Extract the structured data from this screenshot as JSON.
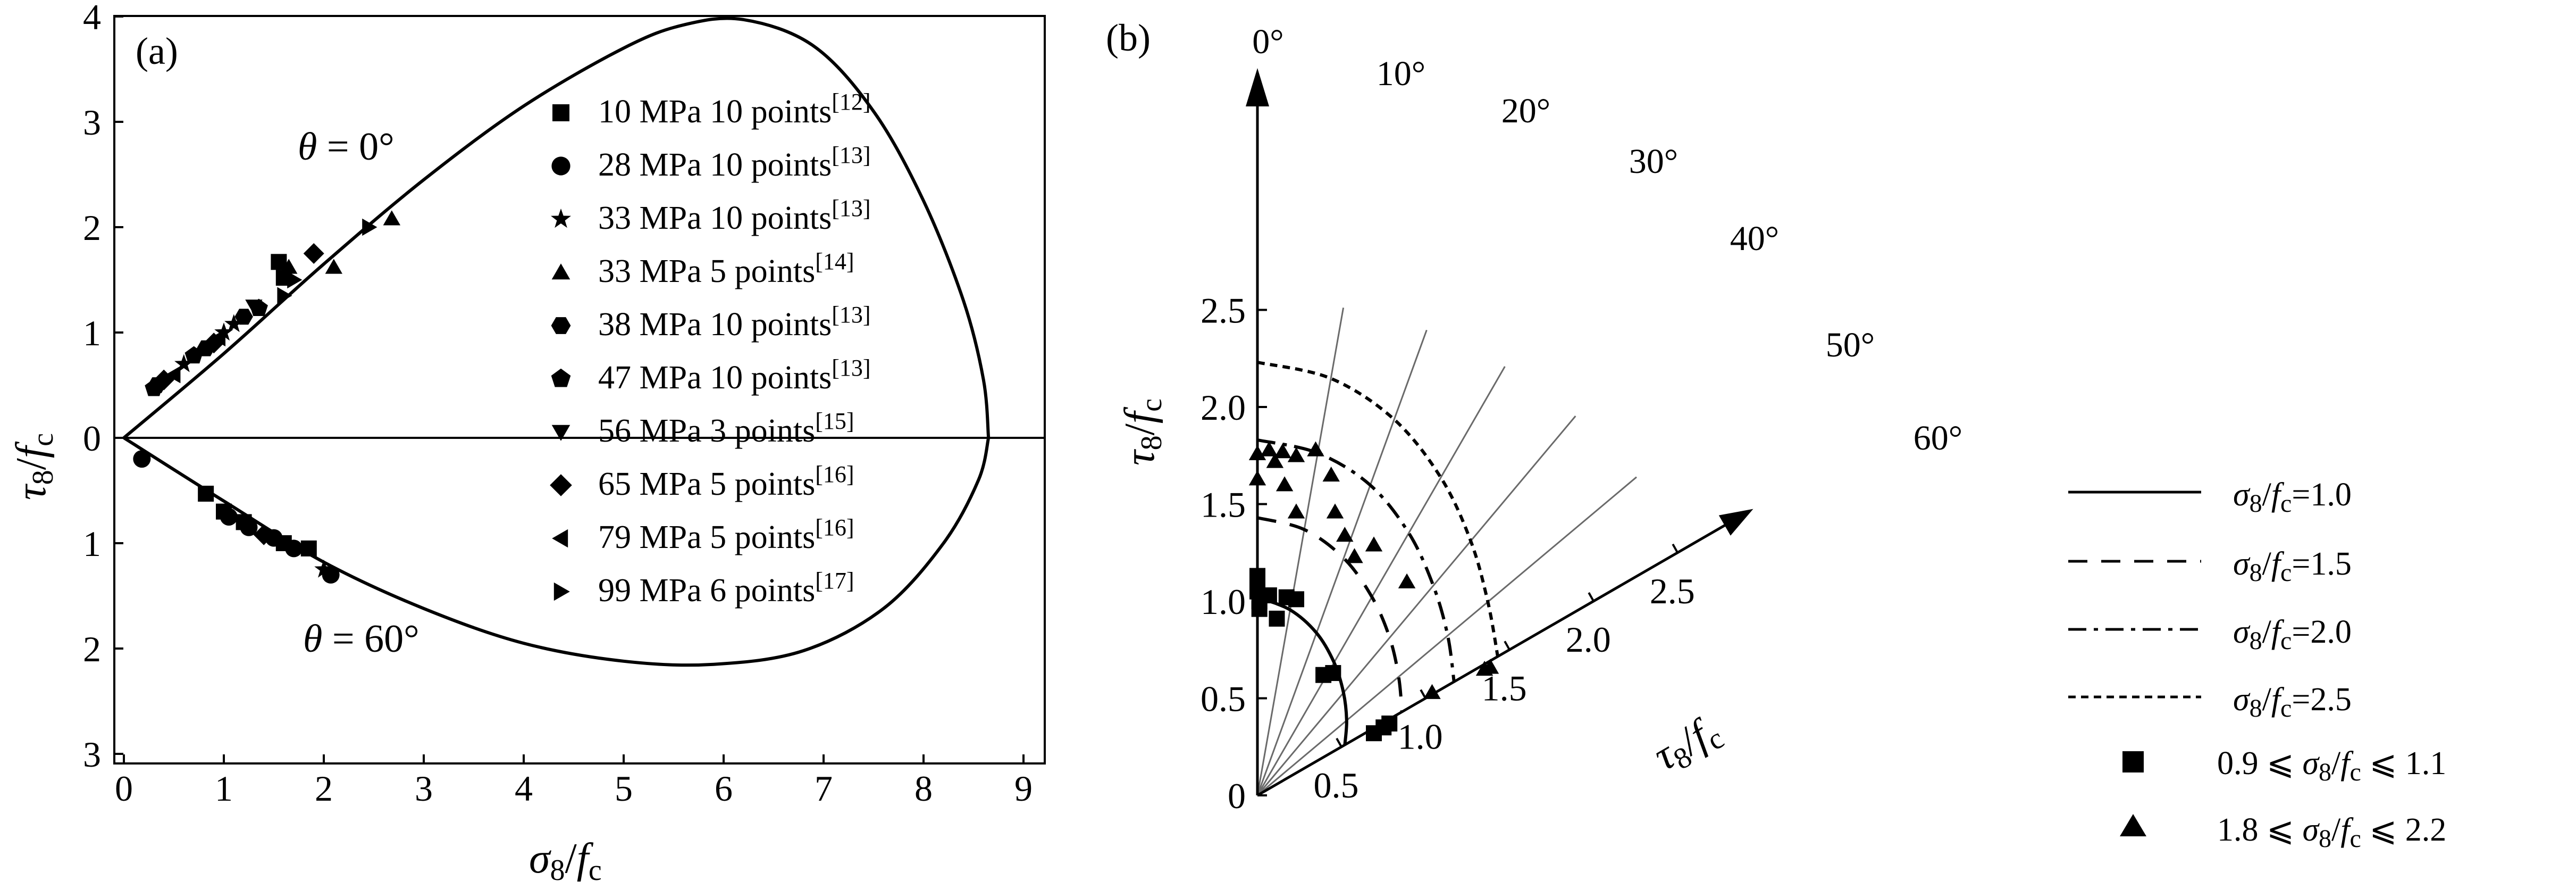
{
  "chart_data": [
    {
      "panel_label": "(a)",
      "type": "scatter",
      "x_axis": {
        "label_main": "σ",
        "label_sub1": "8",
        "label_sep": "/",
        "label_f": "f",
        "label_sub2": "c",
        "range": [
          0,
          9
        ],
        "ticks": [
          "0",
          "1",
          "2",
          "3",
          "4",
          "5",
          "6",
          "7",
          "8",
          "9"
        ]
      },
      "y_axis": {
        "label_main": "τ",
        "label_sub1": "8",
        "label_sep": "/",
        "label_f": "f",
        "label_sub2": "c",
        "range_top": [
          0,
          4
        ],
        "range_bottom": [
          0,
          3
        ],
        "ticks": [
          "4",
          "3",
          "2",
          "1",
          "0",
          "1",
          "2",
          "3"
        ]
      },
      "annotations": {
        "theta0": {
          "sym": "θ",
          "eq": " = ",
          "deg": "0°"
        },
        "theta60": {
          "sym": "θ",
          "eq": " = ",
          "deg": "60°"
        }
      },
      "envelope_top": {
        "name": "θ=0°",
        "x": [
          0,
          1,
          2,
          3,
          4,
          5,
          5.6,
          6.2,
          6.9,
          7.5,
          8.0,
          8.4,
          8.6,
          8.65
        ],
        "y": [
          0,
          0.8,
          1.65,
          2.45,
          3.15,
          3.7,
          3.92,
          3.97,
          3.72,
          3.1,
          2.25,
          1.3,
          0.55,
          0
        ]
      },
      "envelope_bottom": {
        "name": "θ=60°",
        "x": [
          0,
          1,
          2,
          3,
          4,
          5,
          5.9,
          6.8,
          7.6,
          8.2,
          8.55,
          8.65
        ],
        "y": [
          0,
          0.6,
          1.18,
          1.62,
          1.95,
          2.12,
          2.15,
          2.02,
          1.62,
          1.0,
          0.4,
          0
        ]
      },
      "legend": [
        {
          "marker": "square",
          "text": "10 MPa 10 points",
          "ref": "[12]"
        },
        {
          "marker": "circle",
          "text": "28 MPa 10 points",
          "ref": "[13]"
        },
        {
          "marker": "star",
          "text": "33 MPa 10 points",
          "ref": "[13]"
        },
        {
          "marker": "triangle-up",
          "text": "33 MPa 5 points",
          "ref": "[14]"
        },
        {
          "marker": "hexagon",
          "text": "38 MPa 10 points",
          "ref": "[13]"
        },
        {
          "marker": "pentagon",
          "text": "47 MPa 10 points",
          "ref": "[13]"
        },
        {
          "marker": "triangle-down",
          "text": "56 MPa 3 points",
          "ref": "[15]"
        },
        {
          "marker": "diamond",
          "text": "65 MPa 5 points",
          "ref": "[16]"
        },
        {
          "marker": "triangle-left",
          "text": "79 MPa 5 points",
          "ref": "[16]"
        },
        {
          "marker": "triangle-right",
          "text": "99 MPa 6 points",
          "ref": "[17]"
        }
      ],
      "points_top": [
        {
          "marker": "square",
          "x": 1.55,
          "y": 1.67
        },
        {
          "marker": "square",
          "x": 1.6,
          "y": 1.52
        },
        {
          "marker": "diamond",
          "x": 1.9,
          "y": 1.75
        },
        {
          "marker": "triangle-up",
          "x": 1.65,
          "y": 1.62
        },
        {
          "marker": "triangle-up",
          "x": 2.1,
          "y": 1.62
        },
        {
          "marker": "triangle-up",
          "x": 2.68,
          "y": 2.08
        },
        {
          "marker": "triangle-right",
          "x": 2.45,
          "y": 2.0
        },
        {
          "marker": "triangle-right",
          "x": 1.6,
          "y": 1.35
        },
        {
          "marker": "triangle-right",
          "x": 1.7,
          "y": 1.5
        },
        {
          "marker": "triangle-down",
          "x": 1.3,
          "y": 1.25
        },
        {
          "marker": "pentagon",
          "x": 1.35,
          "y": 1.23
        },
        {
          "marker": "hexagon",
          "x": 1.2,
          "y": 1.15
        },
        {
          "marker": "star",
          "x": 1.1,
          "y": 1.08
        },
        {
          "marker": "star",
          "x": 1.0,
          "y": 1.0
        },
        {
          "marker": "triangle-left",
          "x": 0.95,
          "y": 0.95
        },
        {
          "marker": "diamond",
          "x": 0.9,
          "y": 0.9
        },
        {
          "marker": "hexagon",
          "x": 0.82,
          "y": 0.85
        },
        {
          "marker": "pentagon",
          "x": 0.7,
          "y": 0.78
        },
        {
          "marker": "star",
          "x": 0.6,
          "y": 0.7
        },
        {
          "marker": "triangle-left",
          "x": 0.5,
          "y": 0.6
        },
        {
          "marker": "diamond",
          "x": 0.4,
          "y": 0.55
        },
        {
          "marker": "hexagon",
          "x": 0.33,
          "y": 0.5
        },
        {
          "marker": "pentagon",
          "x": 0.3,
          "y": 0.47
        }
      ],
      "points_bottom": [
        {
          "marker": "circle",
          "x": 0.18,
          "y": 0.2
        },
        {
          "marker": "square",
          "x": 0.82,
          "y": 0.53
        },
        {
          "marker": "square",
          "x": 1.0,
          "y": 0.7
        },
        {
          "marker": "circle",
          "x": 1.05,
          "y": 0.75
        },
        {
          "marker": "square",
          "x": 1.2,
          "y": 0.8
        },
        {
          "marker": "circle",
          "x": 1.25,
          "y": 0.85
        },
        {
          "marker": "diamond",
          "x": 1.4,
          "y": 0.92
        },
        {
          "marker": "circle",
          "x": 1.5,
          "y": 0.95
        },
        {
          "marker": "square",
          "x": 1.6,
          "y": 1.0
        },
        {
          "marker": "circle",
          "x": 1.7,
          "y": 1.05
        },
        {
          "marker": "square",
          "x": 1.85,
          "y": 1.05
        },
        {
          "marker": "star",
          "x": 2.0,
          "y": 1.25
        },
        {
          "marker": "circle",
          "x": 2.07,
          "y": 1.3
        }
      ]
    },
    {
      "panel_label": "(b)",
      "type": "line",
      "y_axis": {
        "label_main": "τ",
        "label_sub1": "8",
        "label_sep": "/",
        "label_f": "f",
        "label_sub2": "c",
        "ticks": [
          "0",
          "0.5",
          "1.0",
          "1.5",
          "2.0",
          "2.5"
        ]
      },
      "radial_axis": {
        "label_main": "τ",
        "label_sub1": "8",
        "label_sep": "/",
        "label_f": "f",
        "label_sub2": "c",
        "ticks": [
          "0.5",
          "1.0",
          "1.5",
          "2.0",
          "2.5"
        ]
      },
      "angles": [
        "0°",
        "10°",
        "20°",
        "30°",
        "40°",
        "50°",
        "60°"
      ],
      "series": [
        {
          "name_pre": "σ",
          "name_sub1": "8",
          "name_mid": "/",
          "name_f": "f",
          "name_sub2": "c",
          "name_val": "=1.0",
          "style": "solid",
          "theta_deg": [
            0,
            10,
            20,
            30,
            40,
            50,
            60
          ],
          "r": [
            1.02,
            0.97,
            0.89,
            0.79,
            0.69,
            0.6,
            0.52
          ]
        },
        {
          "name_pre": "σ",
          "name_sub1": "8",
          "name_mid": "/",
          "name_f": "f",
          "name_sub2": "c",
          "name_val": "=1.5",
          "style": "dashed",
          "theta_deg": [
            0,
            10,
            20,
            30,
            40,
            50,
            60
          ],
          "r": [
            1.43,
            1.39,
            1.3,
            1.18,
            1.06,
            0.95,
            0.86
          ]
        },
        {
          "name_pre": "σ",
          "name_sub1": "8",
          "name_mid": "/",
          "name_f": "f",
          "name_sub2": "c",
          "name_val": "=2.0",
          "style": "dashdot",
          "theta_deg": [
            0,
            10,
            20,
            30,
            40,
            50,
            60
          ],
          "r": [
            1.83,
            1.79,
            1.7,
            1.56,
            1.41,
            1.28,
            1.17
          ]
        },
        {
          "name_pre": "σ",
          "name_sub1": "8",
          "name_mid": "/",
          "name_f": "f",
          "name_sub2": "c",
          "name_val": "=2.5",
          "style": "dotted",
          "theta_deg": [
            0,
            10,
            20,
            30,
            40,
            50,
            60
          ],
          "r": [
            2.23,
            2.18,
            2.06,
            1.89,
            1.71,
            1.55,
            1.43
          ]
        }
      ],
      "point_legend": [
        {
          "marker": "square",
          "lo": "0.9",
          "rel": " ⩽ ",
          "sym": "σ",
          "sub1": "8",
          "sep": "/",
          "f": "f",
          "sub2": "c",
          "rel2": " ⩽ ",
          "hi": "1.1"
        },
        {
          "marker": "triangle-up",
          "lo": "1.8",
          "rel": " ⩽ ",
          "sym": "σ",
          "sub1": "8",
          "sep": "/",
          "f": "f",
          "sub2": "c",
          "rel2": " ⩽ ",
          "hi": "2.2"
        }
      ],
      "points": [
        {
          "marker": "square",
          "x": 0.0,
          "y": 1.13
        },
        {
          "marker": "square",
          "x": 0.0,
          "y": 1.05
        },
        {
          "marker": "square",
          "x": 0.01,
          "y": 1.0
        },
        {
          "marker": "square",
          "x": 0.01,
          "y": 0.96
        },
        {
          "marker": "square",
          "x": 0.06,
          "y": 1.03
        },
        {
          "marker": "square",
          "x": 0.1,
          "y": 0.91
        },
        {
          "marker": "square",
          "x": 0.15,
          "y": 1.02
        },
        {
          "marker": "square",
          "x": 0.2,
          "y": 1.01
        },
        {
          "marker": "square",
          "x": 0.34,
          "y": 0.62
        },
        {
          "marker": "square",
          "x": 0.39,
          "y": 0.63
        },
        {
          "marker": "square",
          "x": 0.6,
          "y": 0.32
        },
        {
          "marker": "square",
          "x": 0.65,
          "y": 0.35
        },
        {
          "marker": "square",
          "x": 0.68,
          "y": 0.37
        },
        {
          "marker": "triangle-up",
          "x": 0.0,
          "y": 1.76
        },
        {
          "marker": "triangle-up",
          "x": 0.0,
          "y": 1.63
        },
        {
          "marker": "triangle-up",
          "x": 0.06,
          "y": 1.78
        },
        {
          "marker": "triangle-up",
          "x": 0.09,
          "y": 1.72
        },
        {
          "marker": "triangle-up",
          "x": 0.13,
          "y": 1.77
        },
        {
          "marker": "triangle-up",
          "x": 0.14,
          "y": 1.6
        },
        {
          "marker": "triangle-up",
          "x": 0.2,
          "y": 1.75
        },
        {
          "marker": "triangle-up",
          "x": 0.2,
          "y": 1.46
        },
        {
          "marker": "triangle-up",
          "x": 0.3,
          "y": 1.78
        },
        {
          "marker": "triangle-up",
          "x": 0.38,
          "y": 1.65
        },
        {
          "marker": "triangle-up",
          "x": 0.4,
          "y": 1.46
        },
        {
          "marker": "triangle-up",
          "x": 0.45,
          "y": 1.34
        },
        {
          "marker": "triangle-up",
          "x": 0.5,
          "y": 1.23
        },
        {
          "marker": "triangle-up",
          "x": 0.6,
          "y": 1.29
        },
        {
          "marker": "triangle-up",
          "x": 0.77,
          "y": 1.1
        },
        {
          "marker": "triangle-up",
          "x": 0.9,
          "y": 0.53
        },
        {
          "marker": "triangle-up",
          "x": 1.17,
          "y": 0.65
        },
        {
          "marker": "triangle-up",
          "x": 1.2,
          "y": 0.66
        }
      ]
    }
  ]
}
